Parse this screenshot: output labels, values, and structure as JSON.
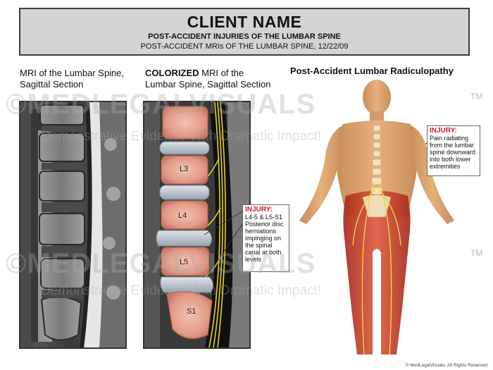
{
  "header": {
    "title": "CLIENT NAME",
    "subtitle": "POST-ACCIDENT INJURIES OF THE LUMBAR SPINE",
    "subtitle2": "POST-ACCIDENT MRIs OF THE LUMBAR SPINE, 12/22/09"
  },
  "panel_left": {
    "caption_line1": "MRI of the Lumbar Spine,",
    "caption_line2": "Sagittal Section"
  },
  "panel_mid": {
    "caption_bold": "COLORIZED",
    "caption_rest": " MRI of the",
    "caption_line2": "Lumbar Spine, Sagittal Section",
    "vertebrae": [
      "L3",
      "L4",
      "L5",
      "S1"
    ]
  },
  "callout_mri": {
    "label": "INJURY:",
    "text": "L4-5 & L5-S1 Posterior disc herniations impinging on the spinal canal at both levels"
  },
  "panel_right": {
    "title": "Post-Accident Lumbar Radiculopathy"
  },
  "callout_body": {
    "label": "INJURY:",
    "text": "Pain radiating from the lumbar spine downward into both lower extremities"
  },
  "watermark": {
    "brand": "©MEDLEGALVISUALS",
    "tagline": "Demonstrative Evidence With Dramatic Impact!",
    "tm": "TM"
  },
  "footer": "© MedLegalVisuals, All Rights Reserved",
  "colors": {
    "header_bg": "#d4d4d4",
    "injury_red": "#d2202e",
    "bone": "#e5a08a",
    "disc": "#b9c2cc",
    "nerve": "#e8d12a",
    "muscle": "#c4402c"
  }
}
